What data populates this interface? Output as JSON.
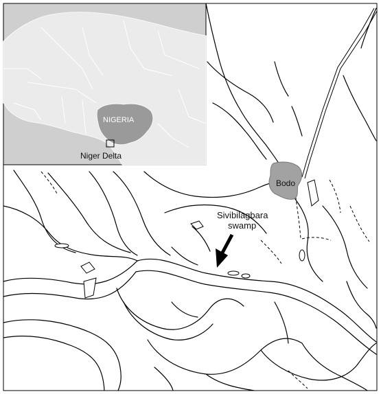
{
  "inset": {
    "country_label": "NIGERIA",
    "delta_label": "Niger Delta"
  },
  "map": {
    "town_label": "Bodo",
    "swamp_label_line1": "Sivibilagbara",
    "swamp_label_line2": "swamp"
  },
  "colors": {
    "inset_sea": "#cfcfcf",
    "inset_land": "#ebebeb",
    "nigeria_fill": "#9a9a9a",
    "town_fill": "#a2a2a2",
    "river_stroke": "#000000",
    "border_stroke": "#ffffff"
  }
}
